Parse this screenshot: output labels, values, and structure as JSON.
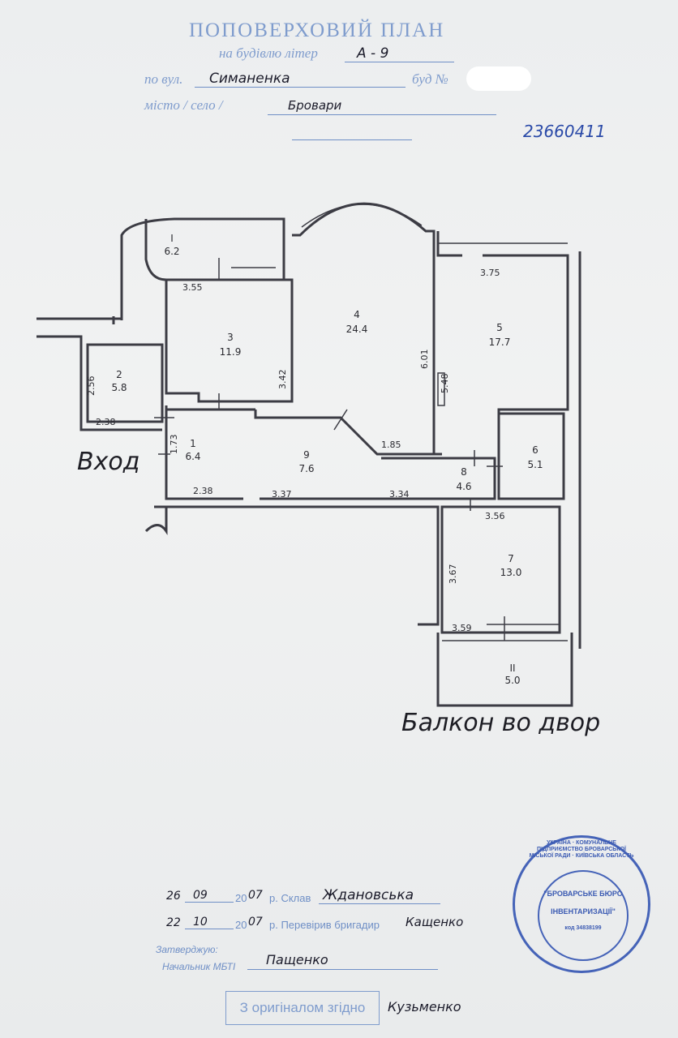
{
  "header": {
    "title": "ПОПОВЕРХОВИЙ ПЛАН",
    "building_label": "на будівлю літер",
    "building_value": "А - 9",
    "street_label": "по вул.",
    "street_value": "Симаненка",
    "house_label": "буд №",
    "city_label": "місто / село /",
    "city_value": "Бровари",
    "doc_number": "23660411"
  },
  "plan": {
    "rooms": [
      {
        "num": "I",
        "area": "6.2"
      },
      {
        "num": "2",
        "area": "5.8"
      },
      {
        "num": "3",
        "area": "11.9"
      },
      {
        "num": "4",
        "area": "24.4"
      },
      {
        "num": "5",
        "area": "17.7"
      },
      {
        "num": "1",
        "area": "6.4"
      },
      {
        "num": "9",
        "area": "7.6"
      },
      {
        "num": "8",
        "area": "4.6"
      },
      {
        "num": "6",
        "area": "5.1"
      },
      {
        "num": "7",
        "area": "13.0"
      },
      {
        "num": "II",
        "area": "5.0"
      }
    ],
    "dimensions": [
      "3.55",
      "3.42",
      "2.56",
      "2.38",
      "1.73",
      "2.38",
      "3.37",
      "3.34",
      "1.85",
      "6.01",
      "5.48",
      "3.75",
      "3.56",
      "3.67",
      "3.59"
    ],
    "entrance_note": "Вход",
    "balcony_note": "Балкон во двор"
  },
  "footer": {
    "row1": {
      "day": "26",
      "month": "09",
      "year_prefix": "20",
      "year": "07",
      "suffix": "р. Склав",
      "name": "Ждановська"
    },
    "row2": {
      "day": "22",
      "month": "10",
      "year_prefix": "20",
      "year": "07",
      "suffix": "р. Перевірив бригадир",
      "name": "Кащенко"
    },
    "approve_label": "Затверджую:",
    "chief_label": "Начальник МБТІ",
    "chief_name": "Пащенко",
    "copy_box": "З оригіналом згідно",
    "copy_signature": "Кузьменко",
    "stamp": {
      "ring": "УКРАЇНА · КОМУНАЛЬНЕ ПІДПРИЄМСТВО БРОВАРСЬКОЇ МІСЬКОЇ РАДИ · КИЇВСЬКА ОБЛАСТЬ",
      "center1": "\"БРОВАРСЬКЕ БЮРО",
      "center2": "ІНВЕНТАРИЗАЦІЇ\"",
      "code": "код 34838199"
    }
  }
}
